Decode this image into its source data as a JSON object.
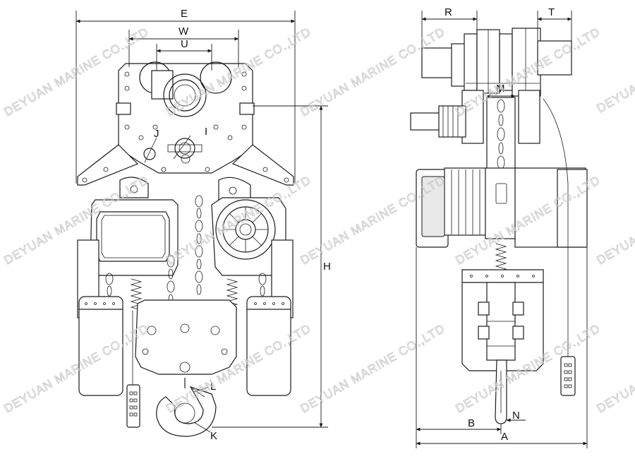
{
  "dimension_labels": {
    "E": "E",
    "W": "W",
    "U": "U",
    "J": "J",
    "I": "I",
    "H": "H",
    "L": "L",
    "K": "K",
    "R": "R",
    "T": "T",
    "M": "M",
    "B": "B",
    "N": "N",
    "A": "A"
  },
  "watermark": "DEYUAN MARINE CO.,LTD"
}
